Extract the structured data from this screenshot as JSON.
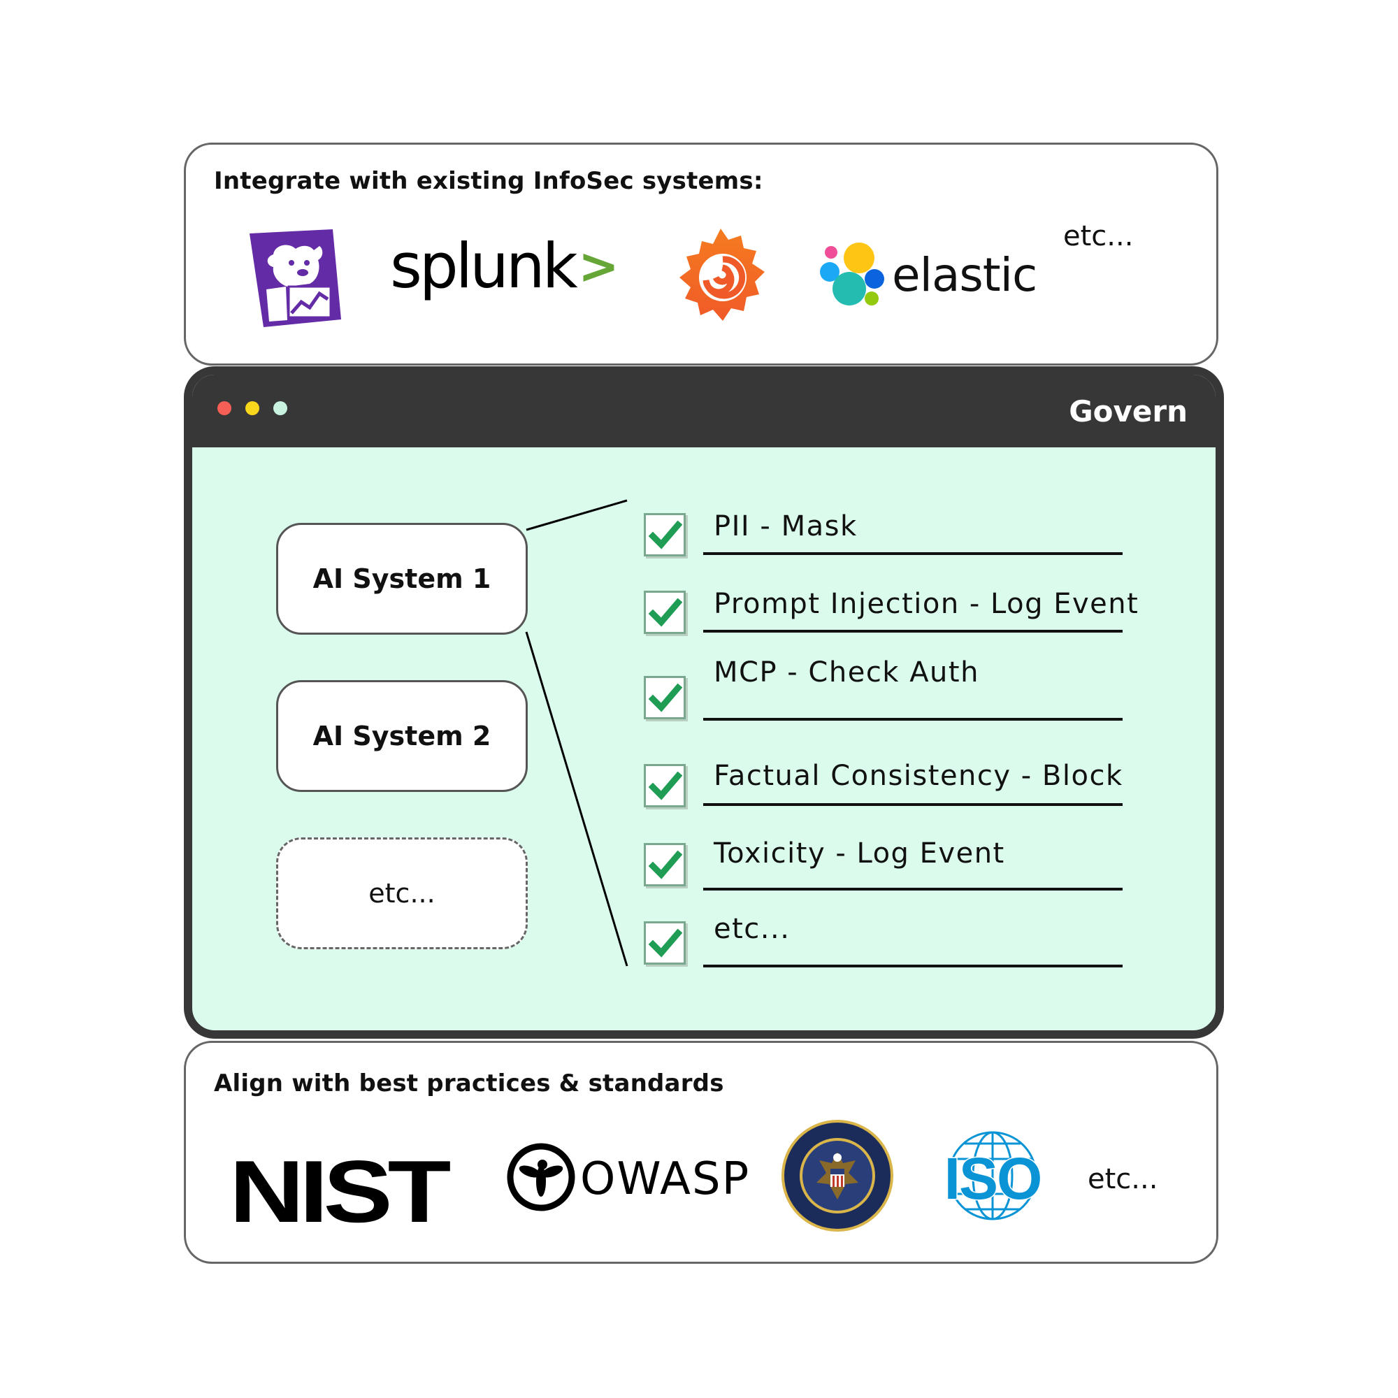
{
  "integrations": {
    "title": "Integrate with existing InfoSec systems:",
    "logos": [
      {
        "name": "Datadog",
        "icon": "datadog-dog-icon",
        "color": "#632ca6"
      },
      {
        "name": "splunk",
        "icon": "splunk-wordmark",
        "color": "#000000",
        "accent": "#65a637"
      },
      {
        "name": "Grafana",
        "icon": "grafana-swirl-icon",
        "color": "#f46800"
      },
      {
        "name": "elastic",
        "icon": "elastic-cluster-icon",
        "color": "#000000"
      }
    ],
    "etc": "etc..."
  },
  "window": {
    "title": "Govern",
    "dots": [
      "#f55f56",
      "#f9d71c",
      "#c9f3e0"
    ],
    "bg_color": "#dbfcec",
    "bar_color": "#373737"
  },
  "systems": [
    {
      "label": "AI System 1"
    },
    {
      "label": "AI System 2"
    },
    {
      "label": "etc..."
    }
  ],
  "policies": [
    {
      "label": "PII - Mask",
      "checked": true
    },
    {
      "label": "Prompt Injection - Log Event",
      "checked": true
    },
    {
      "label": "MCP - Check Auth",
      "checked": true
    },
    {
      "label": "Factual Consistency - Block",
      "checked": true
    },
    {
      "label": "Toxicity - Log Event",
      "checked": true
    },
    {
      "label": "etc...",
      "checked": true
    }
  ],
  "check_color": "#1f9d55",
  "standards": {
    "title": "Align with best practices & standards",
    "logos": [
      {
        "name": "NIST",
        "icon": "nist-wordmark"
      },
      {
        "name": "OWASP",
        "icon": "owasp-wasp-icon"
      },
      {
        "name": "EXECUTIVE OFFICE OF THE PRESIDENT OF THE UNITED STATES",
        "icon": "eop-seal-icon",
        "color": "#1b2b5a"
      },
      {
        "name": "ISO",
        "icon": "iso-globe-icon",
        "color": "#0a94d6"
      }
    ],
    "etc": "etc..."
  }
}
